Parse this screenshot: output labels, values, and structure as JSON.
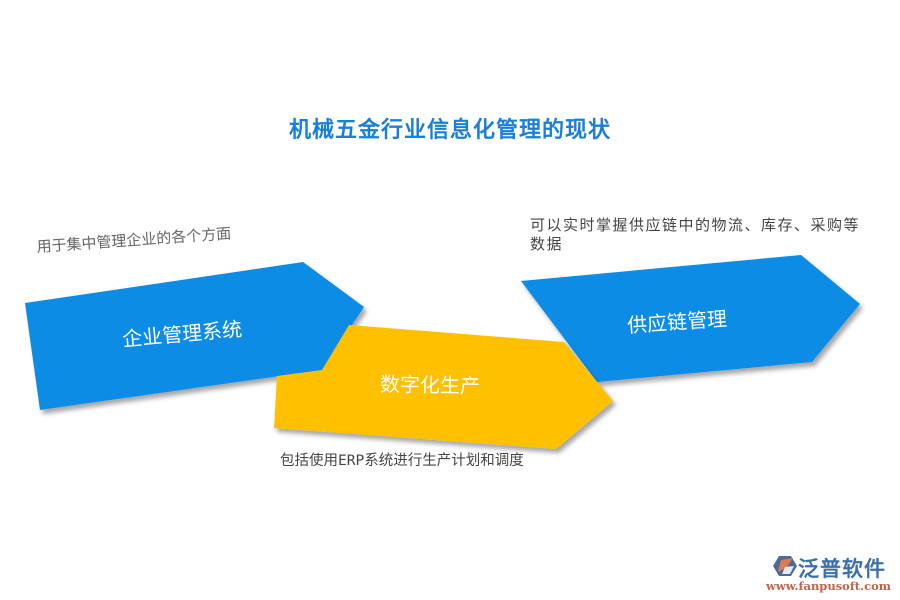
{
  "title": "机械五金行业信息化管理的现状",
  "colors": {
    "title": "#1a7fd8",
    "blue": "#0a8ce6",
    "yellow": "#ffc000",
    "description_text": "#555555",
    "logo_blue": "#3d6fa8",
    "logo_orange": "#e07a4f"
  },
  "steps": [
    {
      "label": "企业管理系统",
      "color": "blue",
      "description": "用于集中管理企业的各个方面"
    },
    {
      "label": "数字化生产",
      "color": "yellow",
      "description": "包括使用ERP系统进行生产计划和调度"
    },
    {
      "label": "供应链管理",
      "color": "blue",
      "description": "可以实时掌握供应链中的物流、库存、采购等数据"
    }
  ],
  "logo": {
    "name": "泛普软件",
    "url": "www.fanpusoft.com",
    "icon": "fanpu-logo-icon"
  }
}
